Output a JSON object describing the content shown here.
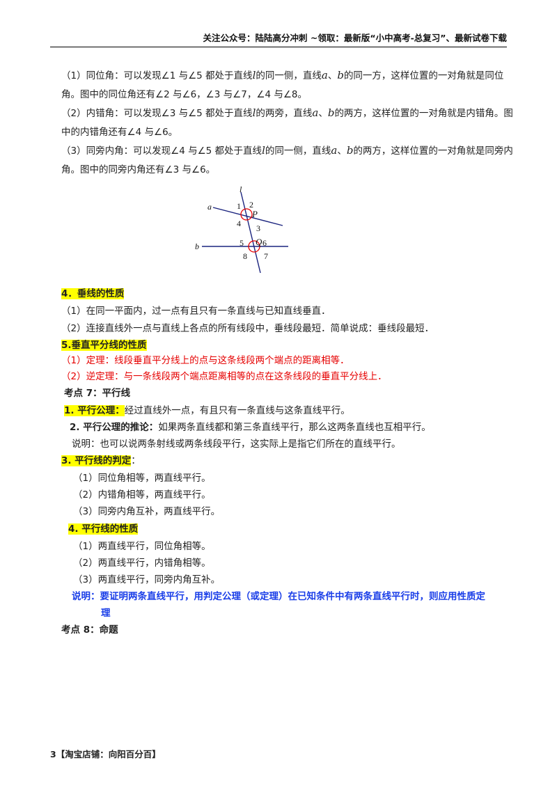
{
  "header": "关注公众号：陆陆高分冲刺 ~领取：最新版“小中高考-总复习”、最新试卷下载",
  "intro": {
    "p1": {
      "a": "（1）同位角：可以发现∠1 与∠5 都处于直线",
      "l": "l",
      "b": "的同一侧，直线",
      "va": "a",
      "sep": "、",
      "vb": "b",
      "c": "的同一方，这样位置的一对角就是同位角。图中的同位角还有∠2 与∠6，∠3 与∠7，∠4 与∠8。"
    },
    "p2": {
      "a": "（2）内错角：可以发现∠3 与∠5 都处于直线",
      "l": "l",
      "b": "的两旁，直线",
      "va": "a",
      "sep": "、",
      "vb": "b",
      "c": "的两方，这样位置的一对角就是内错角。图中的内错角还有∠4 与∠6。"
    },
    "p3": {
      "a": "（3）同旁内角：可以发现∠4 与∠5 都处于直线",
      "l": "l",
      "b": "的同一侧，直线",
      "va": "a",
      "sep": "、",
      "vb": "b",
      "c": "的两方，这样位置的一对角就是同旁内角。图中的同旁内角还有∠3 与∠6。"
    }
  },
  "figure": {
    "line_l": "l",
    "line_a": "a",
    "line_b": "b",
    "point_p": "P",
    "point_q": "Q",
    "angles": [
      "1",
      "2",
      "3",
      "4",
      "5",
      "6",
      "7",
      "8"
    ]
  },
  "s4": {
    "title": "4．垂线的性质",
    "i1": "（1）在同一平面内，过一点有且只有一条直线与已知直线垂直．",
    "i2": "（2）连接直线外一点与直线上各点的所有线段中，垂线段最短．简单说成：垂线段最短．"
  },
  "s5": {
    "title": "5.垂直平分线的性质",
    "i1": "（1）定理：线段垂直平分线上的点与这条线段两个端点的距离相等．",
    "i2": "（2）逆定理：与一条线段两个端点距离相等的点在这条线段的垂直平分线上．"
  },
  "k7": {
    "title": "考点 7：平行线",
    "ax_label": "1. 平行公理：",
    "ax_text": "经过直线外一点，有且只有一条直线与这条直线平行。",
    "cor_label": "2. 平行公理的推论：",
    "cor_text": "如果两条直线都和第三条直线平行，那么这两条直线也互相平行。",
    "note": "说明：也可以说两条射线或两条线段平行，这实际上是指它们所在的直线平行。",
    "judge_title": "3. 平行线的判定",
    "judge_colon": "：",
    "j1": "（1）同位角相等，两直线平行。",
    "j2": "（2）内错角相等，两直线平行。",
    "j3": "（3）同旁内角互补，两直线平行。",
    "prop_title": "4. 平行线的性质",
    "q1": "（1）两直线平行，同位角相等。",
    "q2": "（2）两直线平行，内错角相等。",
    "q3": "（3）两直线平行，同旁内角互补。",
    "note2_a": "说明：要证明两条直线平行，用判定公理（或定理）在已知条件中有两条直线平行时，则应用性质定",
    "note2_b": "理"
  },
  "k8": {
    "title": "考点 8：命题"
  },
  "footer": "3【淘宝店铺：向阳百分百】",
  "colors": {
    "highlight": "#ffff00",
    "red_text": "#e60000",
    "blue_text": "#1a3ee8",
    "angle_mark": "#e60000"
  }
}
